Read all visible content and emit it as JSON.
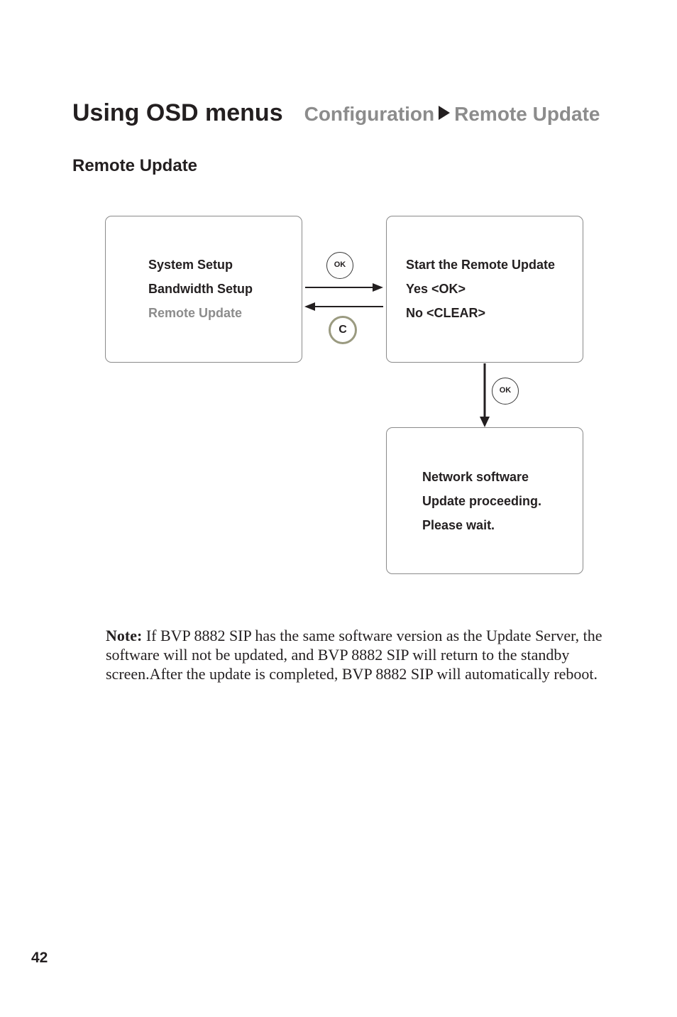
{
  "header": {
    "title": "Using OSD menus",
    "breadcrumb": [
      "Configuration",
      "Remote Update"
    ]
  },
  "section": {
    "title": "Remote Update"
  },
  "menu_box": {
    "items": [
      "System Setup",
      "Bandwidth Setup",
      "Remote Update"
    ]
  },
  "confirm_box": {
    "lines": [
      "Start the Remote Update",
      "Yes <OK>",
      "No <CLEAR>"
    ]
  },
  "progress_box": {
    "lines": [
      "Network software",
      "Update proceeding.",
      "Please wait."
    ]
  },
  "buttons": {
    "ok_label": "OK",
    "clear_label": "C"
  },
  "note": {
    "label": "Note:",
    "text": "If BVP 8882 SIP has the same software version as the Update Server, the software will not be updated, and BVP 8882 SIP will return to the standby screen.After the update is completed, BVP 8882 SIP will automatically reboot."
  },
  "page_number": "42",
  "icons": {
    "breadcrumb_separator": "triangle-right-icon",
    "flow_arrows": [
      "arrow-right-icon",
      "arrow-left-icon",
      "arrow-down-icon"
    ]
  },
  "colors": {
    "text": "#231f20",
    "muted": "#8c8c8c",
    "clear_ring": "#9a9a80"
  }
}
